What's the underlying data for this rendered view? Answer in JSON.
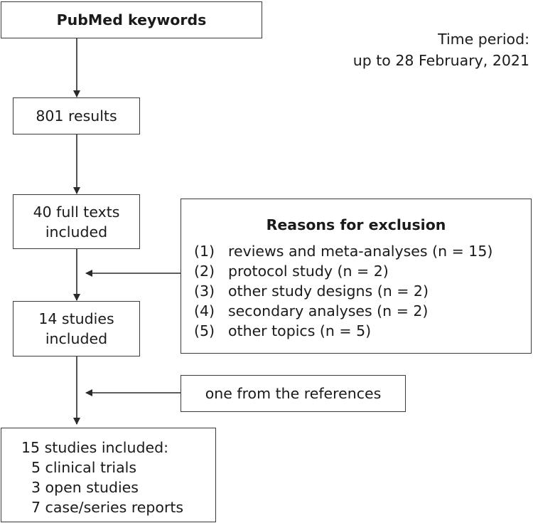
{
  "boxes": {
    "keywords": "PubMed keywords",
    "results": "801 results",
    "full_texts": [
      "40 full texts",
      "included"
    ],
    "studies": [
      "14 studies",
      "included"
    ],
    "references": "one from the references",
    "final": {
      "title": "15 studies included:",
      "items": [
        "5 clinical trials",
        "3 open studies",
        "7 case/series reports"
      ]
    }
  },
  "time_period": {
    "label": "Time period:",
    "range": "up to 28 February, 2021"
  },
  "exclusion": {
    "title": "Reasons for exclusion",
    "items": [
      {
        "num": "(1)",
        "text": "reviews and meta-analyses (n = 15)"
      },
      {
        "num": "(2)",
        "text": "protocol study (n = 2)"
      },
      {
        "num": "(3)",
        "text": "other study designs (n = 2)"
      },
      {
        "num": "(4)",
        "text": "secondary analyses (n = 2)"
      },
      {
        "num": "(5)",
        "text": "other topics (n = 5)"
      }
    ]
  },
  "colors": {
    "border": "#3a3a3a",
    "text": "#1a1a1a",
    "background": "#ffffff"
  }
}
